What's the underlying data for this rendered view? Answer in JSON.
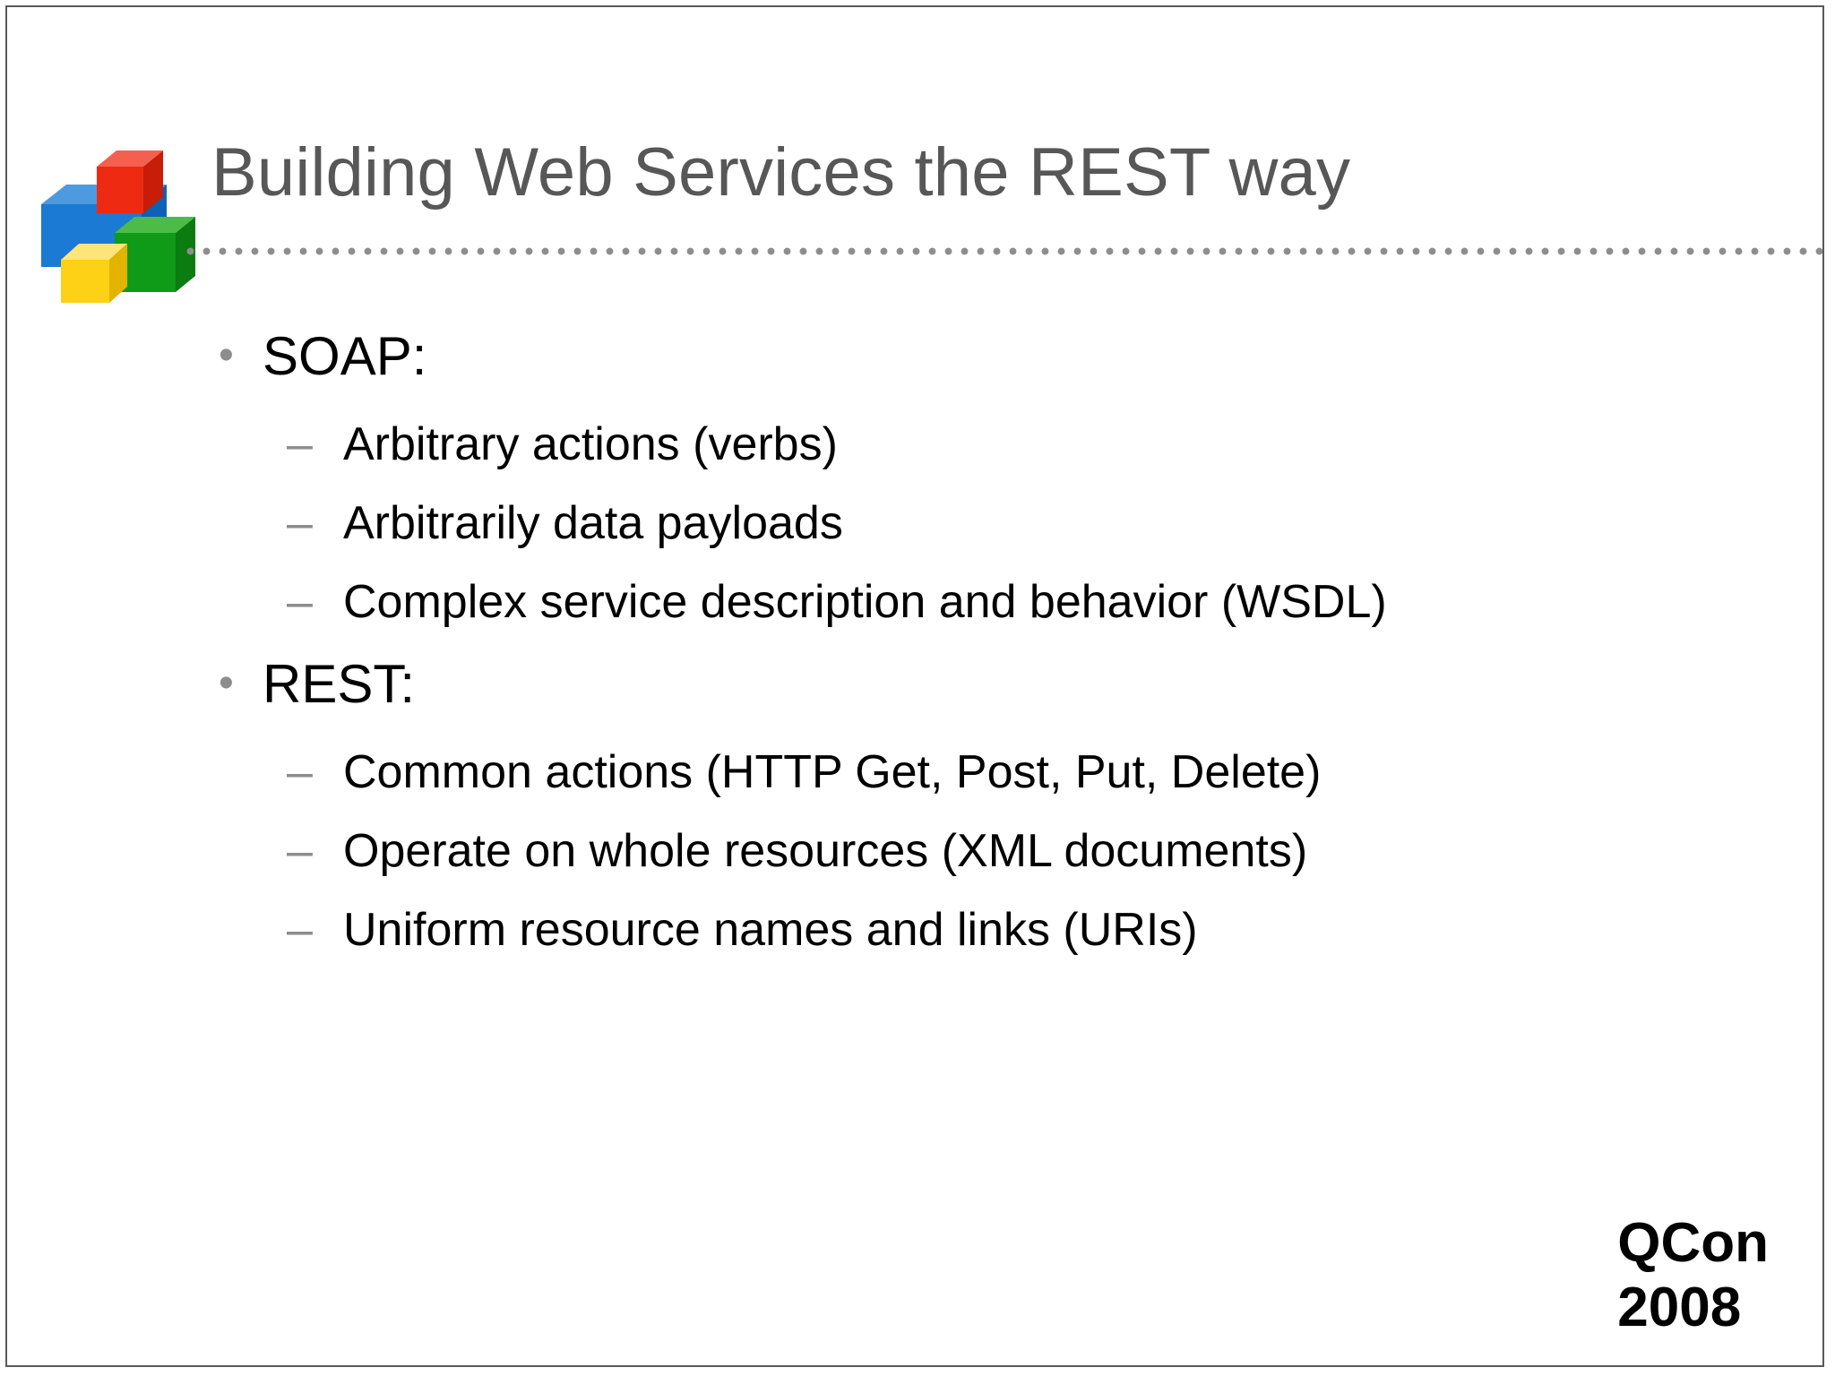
{
  "slide": {
    "title": "Building Web Services the REST way",
    "title_color": "#575757",
    "background_color": "#ffffff",
    "border_color": "#595959",
    "divider_color": "#8d8d8d"
  },
  "logo": {
    "name": "stacked-blocks-logo",
    "blocks": [
      {
        "name": "red-cube",
        "face": "#ee2a12",
        "top": "#f4604d",
        "side": "#c81d08"
      },
      {
        "name": "blue-cube",
        "face": "#1a7ad4",
        "top": "#4d9ade",
        "side": "#0d62b5"
      },
      {
        "name": "green-cube",
        "face": "#0f9a18",
        "top": "#4cbb48",
        "side": "#0a7c10"
      },
      {
        "name": "yellow-cube",
        "face": "#fcd116",
        "top": "#ffe579",
        "side": "#e2b400"
      }
    ]
  },
  "content": {
    "groups": [
      {
        "heading": "SOAP:",
        "bullet_marker": "•",
        "sub_marker": "–",
        "items": [
          "Arbitrary actions (verbs)",
          "Arbitrarily data payloads",
          "Complex service description and behavior (WSDL)"
        ]
      },
      {
        "heading": "REST:",
        "bullet_marker": "•",
        "sub_marker": "–",
        "items": [
          "Common actions (HTTP Get, Post, Put, Delete)",
          "Operate on whole resources (XML documents)",
          "Uniform resource names and links (URIs)"
        ]
      }
    ]
  },
  "footer": {
    "brand_line1": "QCon",
    "brand_line2": "2008"
  }
}
